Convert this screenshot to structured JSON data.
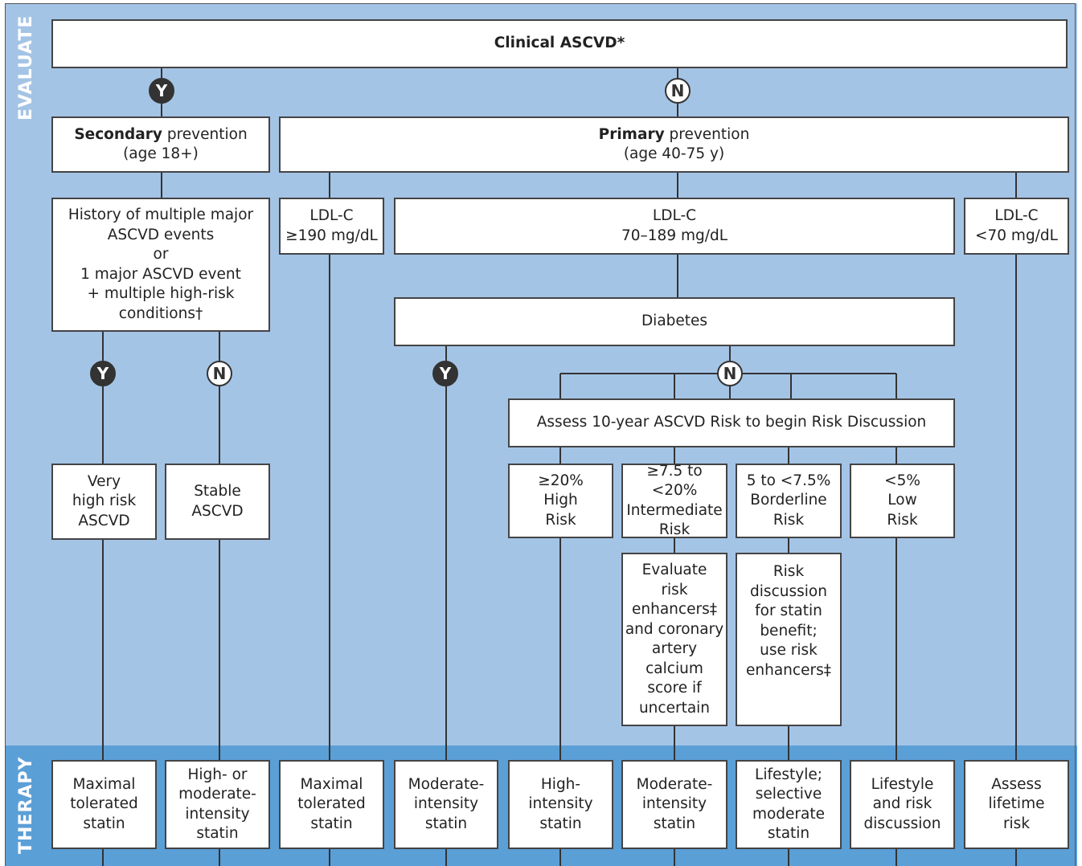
{
  "sections": {
    "evaluate": "EVALUATE",
    "therapy": "THERAPY"
  },
  "nodes": {
    "clinical_ascvd": "Clinical ASCVD*",
    "secondary": {
      "bold": "Secondary",
      "rest": " prevention",
      "line2": "(age 18+)"
    },
    "primary": {
      "bold": "Primary",
      "rest": " prevention",
      "line2": "(age 40-75 y)"
    },
    "history": [
      "History of multiple major",
      "ASCVD events",
      "or",
      "1 major ASCVD event",
      "+ multiple high-risk",
      "conditions†"
    ],
    "ldl_high": [
      "LDL-C",
      "≥190 mg/dL"
    ],
    "ldl_mid": [
      "LDL-C",
      "70–189 mg/dL"
    ],
    "ldl_low": [
      "LDL-C",
      "<70 mg/dL"
    ],
    "diabetes": "Diabetes",
    "assess_risk": "Assess 10-year ASCVD Risk to begin Risk Discussion",
    "very_high_risk": [
      "Very",
      "high risk",
      "ASCVD"
    ],
    "stable_ascvd": [
      "Stable",
      "ASCVD"
    ],
    "risk_high": [
      "≥20%",
      "High",
      "Risk"
    ],
    "risk_intermediate": [
      "≥7.5 to <20%",
      "Intermediate",
      "Risk"
    ],
    "risk_borderline": [
      "5 to <7.5%",
      "Borderline",
      "Risk"
    ],
    "risk_low": [
      "<5%",
      "Low",
      "Risk"
    ],
    "evaluate_enhancers": [
      "Evaluate",
      "risk",
      "enhancers‡",
      "and coronary",
      "artery",
      "calcium",
      "score if",
      "uncertain"
    ],
    "risk_discussion": [
      "Risk",
      "discussion",
      "for statin",
      "benefit;",
      "use risk",
      "enhancers‡"
    ]
  },
  "decisions": {
    "yes": "Y",
    "no": "N"
  },
  "therapy": {
    "t1": [
      "Maximal",
      "tolerated",
      "statin"
    ],
    "t2": [
      "High- or",
      "moderate-",
      "intensity",
      "statin"
    ],
    "t3": [
      "Maximal",
      "tolerated",
      "statin"
    ],
    "t4": [
      "Moderate-",
      "intensity",
      "statin"
    ],
    "t5": [
      "High-",
      "intensity",
      "statin"
    ],
    "t6": [
      "Moderate-",
      "intensity",
      "statin"
    ],
    "t7": [
      "Lifestyle;",
      "selective",
      "moderate",
      "statin"
    ],
    "t8": [
      "Lifestyle",
      "and risk",
      "discussion"
    ],
    "t9": [
      "Assess",
      "lifetime",
      "risk"
    ]
  },
  "colors": {
    "evaluate_band": "#a4c4e6",
    "therapy_band": "#5b9fd7",
    "box_border": "#444444",
    "yes_fill": "#333333"
  }
}
